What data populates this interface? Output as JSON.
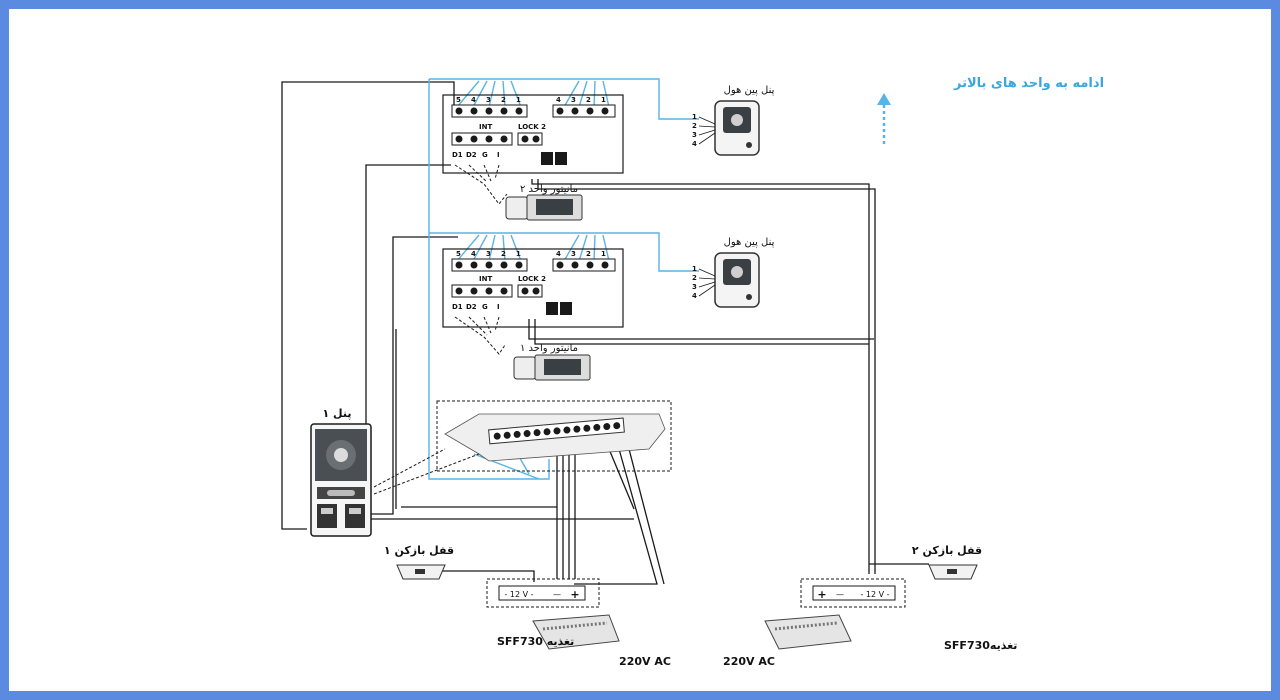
{
  "labels": {
    "continue_upper": "ادامه به واحد های بالاتر",
    "hall_panel_upper": "پنل پین هول",
    "hall_panel_lower": "پنل پین هول",
    "monitor_unit_2": "مانیتور واحد ۲",
    "monitor_unit_1": "مانیتور واحد ۱",
    "panel_1": "پنل ۱",
    "lock_1": "قفل بازکن ۱",
    "lock_2": "قفل بازکن ۲",
    "psu_left": "تغذیه SFF730",
    "psu_right": "تغذیهSFF730",
    "ac_left": "220V AC",
    "ac_right": "220V AC"
  },
  "terminals": {
    "main_nums": [
      "5",
      "4",
      "3",
      "2",
      "1"
    ],
    "panel_nums": [
      "4",
      "3",
      "2",
      "1"
    ],
    "int": "INT",
    "int_pins": [
      "D1",
      "D2",
      "G",
      "I"
    ],
    "lock": "LOCK 2",
    "hall_pins": [
      "1",
      "2",
      "3",
      "4"
    ]
  },
  "psu": {
    "left_plus": "+",
    "left_minus": "—",
    "left_volt": "- 12 V -",
    "right_plus": "+",
    "right_minus": "—",
    "right_volt": "- 12 V -"
  },
  "colors": {
    "blue_wire": "#58b4e6",
    "black_wire": "#1a1a1a",
    "frame": "#5b8be0"
  }
}
